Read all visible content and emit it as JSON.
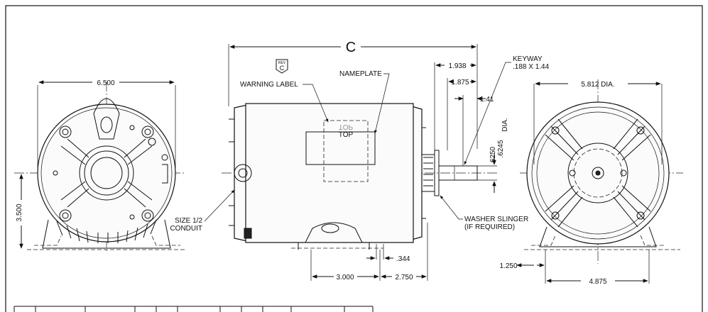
{
  "drawing": {
    "main_dimension_label": "C",
    "rev_tag": {
      "top": "REV",
      "letter": "C"
    },
    "front_view": {
      "width_dim": "6.500",
      "height_dim": "3.500",
      "conduit_label_line1": "SIZE 1/2",
      "conduit_label_line2": "CONDUIT"
    },
    "side_view": {
      "warning_label": "WARNING LABEL",
      "nameplate_label": "NAMEPLATE",
      "top_text": "TOP",
      "top_text_mirrored": "TOP",
      "shaft_dim_1": "1.938",
      "shaft_dim_2": "1.875",
      "shaft_dim_3": "1.41",
      "shaft_dia_1": "6250",
      "shaft_dia_2": ".6245",
      "shaft_dia_label": "DIA.",
      "keyway_line1": "KEYWAY",
      "keyway_line2": ".188 X 1.44",
      "washer_line1": "WASHER SLINGER",
      "washer_line2": "(IF REQUIRED)",
      "hole_dim": ".344",
      "foot_dim_1": "3.000",
      "foot_dim_2": "2.750"
    },
    "rear_view": {
      "dia_dim": "5.812  DIA.",
      "foot_dim_1": "1.250",
      "foot_dim_2": "4.875"
    }
  }
}
